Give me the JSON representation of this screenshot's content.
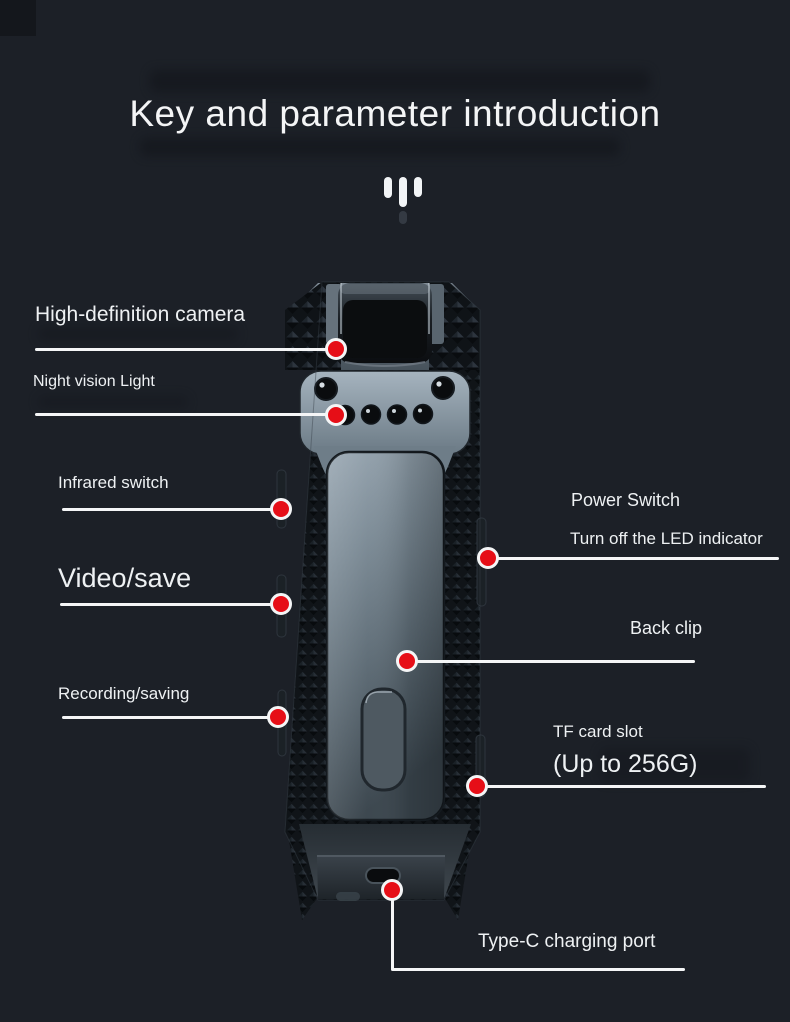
{
  "page": {
    "title": "Key and parameter introduction",
    "header_icon": "sound-wave",
    "colors": {
      "bg_color": "#1c2027",
      "accent_red": "#e60e17",
      "line_color": "#f5f6f7",
      "text_color": "#eef1f3"
    }
  },
  "callouts": {
    "hd_camera": {
      "label": "High-definition camera"
    },
    "night_vision": {
      "label": "Night vision Light"
    },
    "infrared": {
      "label": "Infrared switch"
    },
    "video_save": {
      "label": "Video/save"
    },
    "recording": {
      "label": "Recording/saving"
    },
    "power": {
      "label": "Power Switch",
      "sublabel": "Turn off the LED indicator"
    },
    "back_clip": {
      "label": "Back clip"
    },
    "tf_card": {
      "label": "TF card slot",
      "sublabel": "(Up to 256G)"
    },
    "type_c": {
      "label": "Type-C charging port"
    }
  }
}
